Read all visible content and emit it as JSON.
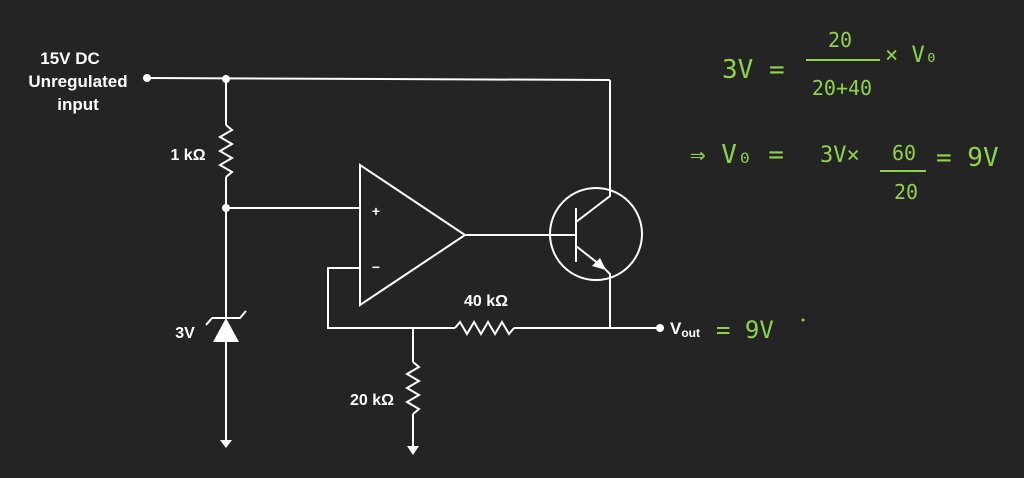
{
  "colors": {
    "background": "#242424",
    "wire": "#ffffff",
    "annotation": "#8ed44a"
  },
  "labels": {
    "supply_line1": "15V  DC",
    "supply_line2": "Unregulated",
    "supply_line3": "input",
    "r_top": "1 kΩ",
    "zener": "3V",
    "r_feedback": "40 kΩ",
    "r_bottom": "20 kΩ",
    "vout_main": "V",
    "vout_sub": "out",
    "plus": "+",
    "minus": "−"
  },
  "annotations": {
    "eq1_lhs": "3V =",
    "eq1_num": "20",
    "eq1_den": "20+40",
    "eq1_rhs": "× V₀",
    "eq2_lhs": "⇒ V₀ =",
    "eq2_mid": "3V×",
    "eq2_num": "60",
    "eq2_den": "20",
    "eq2_rhs": "= 9V",
    "vout_value": "= 9V"
  },
  "icons": [
    "resistor-icon",
    "zener-diode-icon",
    "op-amp-icon",
    "npn-transistor-icon",
    "ground-arrow-icon"
  ]
}
